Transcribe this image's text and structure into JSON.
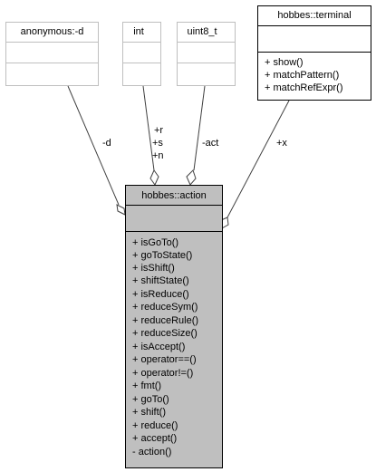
{
  "classes": {
    "anonymous": {
      "name": "anonymous:-d"
    },
    "int": {
      "name": "int"
    },
    "uint8": {
      "name": "uint8_t"
    },
    "terminal": {
      "name": "hobbes::terminal",
      "methods": [
        "+ show()",
        "+ matchPattern()",
        "+ matchRefExpr()"
      ]
    },
    "action": {
      "name": "hobbes::action",
      "methods": [
        "+ isGoTo()",
        "+ goToState()",
        "+ isShift()",
        "+ shiftState()",
        "+ isReduce()",
        "+ reduceSym()",
        "+ reduceRule()",
        "+ reduceSize()",
        "+ isAccept()",
        "+ operator==()",
        "+ operator!=()",
        "+ fmt()",
        "+ goTo()",
        "+ shift()",
        "+ reduce()",
        "+ accept()",
        "- action()"
      ]
    }
  },
  "edges": {
    "d": "-d",
    "int_r": "+r",
    "int_s": "+s",
    "int_n": "+n",
    "act": "-act",
    "x": "+x"
  },
  "colors": {
    "main_fill": "#bfbfbf",
    "grey_border": "#bfbfbf",
    "edge": "#404040"
  }
}
